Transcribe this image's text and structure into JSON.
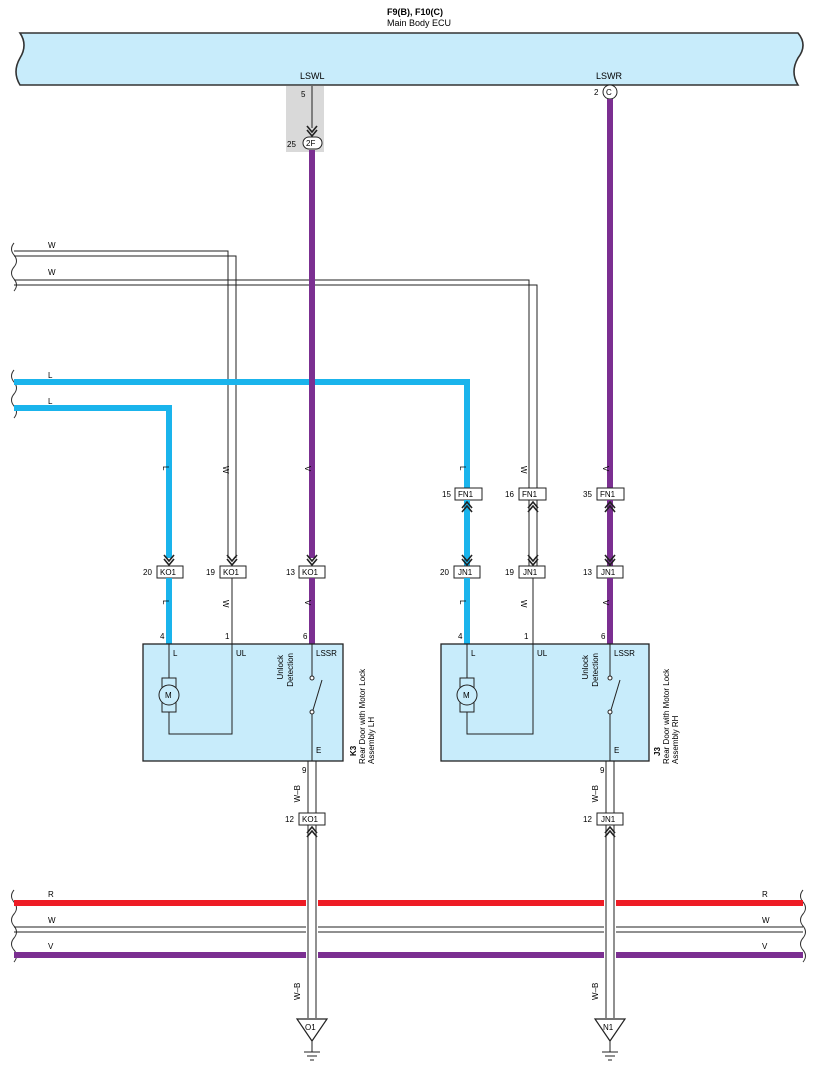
{
  "ecu": {
    "title": "F9(B), F10(C)",
    "subtitle": "Main Body ECU",
    "pin_lswl": "LSWL",
    "pin_lswr": "LSWR",
    "pin_lswl_num": "5",
    "pin_lswr_num": "2",
    "pin_lswr_conn": "C"
  },
  "junction_2f": {
    "pin": "25",
    "id": "2F"
  },
  "left_inputs": {
    "w1": "W",
    "w2": "W",
    "l1": "L",
    "l2": "L"
  },
  "wire_labels": {
    "l": "L",
    "w": "W",
    "v": "V",
    "wb": "W–B"
  },
  "connectors": {
    "fn1_15": {
      "pin": "15",
      "id": "FN1"
    },
    "fn1_16": {
      "pin": "16",
      "id": "FN1"
    },
    "fn1_35": {
      "pin": "35",
      "id": "FN1"
    },
    "ko1_20": {
      "pin": "20",
      "id": "KO1"
    },
    "ko1_19": {
      "pin": "19",
      "id": "KO1"
    },
    "ko1_13": {
      "pin": "13",
      "id": "KO1"
    },
    "jn1_20": {
      "pin": "20",
      "id": "JN1"
    },
    "jn1_19": {
      "pin": "19",
      "id": "JN1"
    },
    "jn1_13": {
      "pin": "13",
      "id": "JN1"
    },
    "ko1_12": {
      "pin": "12",
      "id": "KO1"
    },
    "jn1_12": {
      "pin": "12",
      "id": "JN1"
    }
  },
  "lh_assembly": {
    "code": "K3",
    "name_line1": "Rear Door with Motor Lock",
    "name_line2": "Assembly LH",
    "pin_l": "4",
    "pin_ul": "1",
    "pin_lssr": "6",
    "pin_e": "9",
    "lbl_l": "L",
    "lbl_ul": "UL",
    "lbl_lssr": "LSSR",
    "lbl_e": "E",
    "motor": "M",
    "switch_line1": "Unlock",
    "switch_line2": "Detection"
  },
  "rh_assembly": {
    "code": "J3",
    "name_line1": "Rear Door with Motor Lock",
    "name_line2": "Assembly RH",
    "pin_l": "4",
    "pin_ul": "1",
    "pin_lssr": "6",
    "pin_e": "9",
    "lbl_l": "L",
    "lbl_ul": "UL",
    "lbl_lssr": "LSSR",
    "lbl_e": "E",
    "motor": "M",
    "switch_line1": "Unlock",
    "switch_line2": "Detection"
  },
  "bottom_bus": {
    "r": "R",
    "w": "W",
    "v": "V"
  },
  "grounds": {
    "left": "O1",
    "right": "N1"
  },
  "colors": {
    "ecu_fill": "#c8ecfb",
    "box_fill": "#c8ecfb",
    "wire_blue": "#1ab4ec",
    "wire_violet": "#7b2f91",
    "wire_red": "#ee1c25",
    "shade": "#d9d9d9"
  }
}
